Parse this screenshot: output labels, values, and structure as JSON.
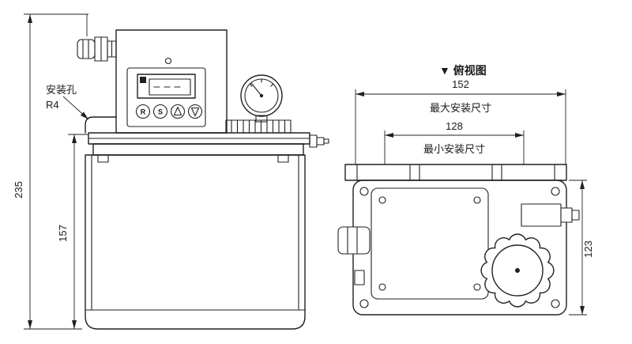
{
  "front_view": {
    "mounting_hole_label": "安装孔",
    "radius_label": "R4",
    "dim_height_total": "235",
    "dim_height_tank": "157",
    "button_r": "R",
    "button_s": "S"
  },
  "top_view": {
    "title": "▼ 俯视图",
    "dim_width_max": "152",
    "max_label": "最大安装尺寸",
    "dim_width_min": "128",
    "min_label": "最小安装尺寸",
    "dim_depth": "123"
  },
  "colors": {
    "line": "#231f20",
    "background": "#ffffff"
  }
}
